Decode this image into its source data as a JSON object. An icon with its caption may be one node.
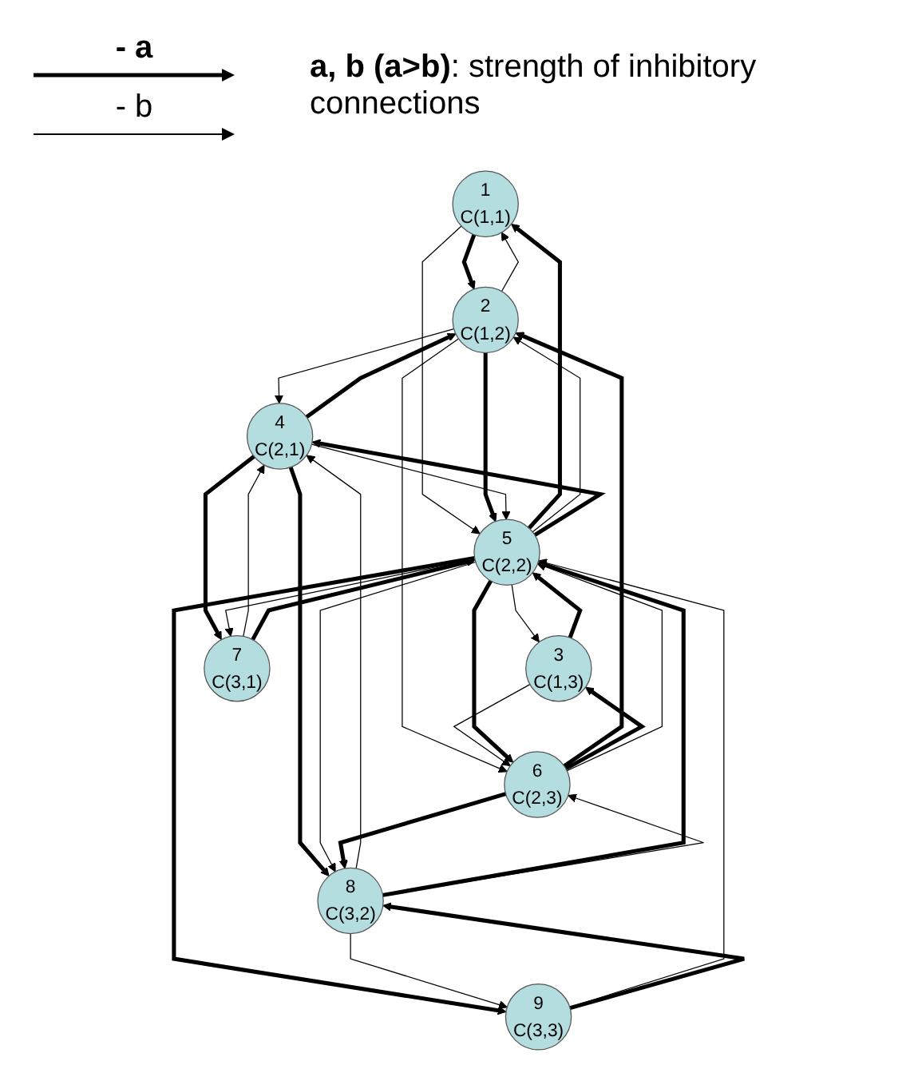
{
  "diagram": {
    "nodes": [
      {
        "text": [
          "1",
          "C(1,1)"
        ]
      },
      {
        "text": [
          "2",
          "C(1,2)"
        ]
      },
      {
        "text": [
          "3",
          "C(1,3)"
        ]
      },
      {
        "text": [
          "4",
          "C(2,1)"
        ]
      },
      {
        "text": [
          "5",
          "C(2,2)"
        ]
      },
      {
        "text": [
          "6",
          "C(2,3)"
        ]
      },
      {
        "text": [
          "7",
          "C(3,1)"
        ]
      },
      {
        "text": [
          "8",
          "C(3,2)"
        ]
      },
      {
        "text": [
          "9",
          "C(3,3)"
        ]
      }
    ],
    "edges": [
      {
        "from": 0,
        "to": 1,
        "arrow": "to",
        "style": "thick"
      },
      {
        "from": 1,
        "to": 0,
        "arrow": "to"
      },
      {
        "from": 4,
        "to": 0,
        "arrow": "to",
        "style": "thick"
      },
      {
        "from": 0,
        "to": 4,
        "arrow": "to"
      },
      {
        "from": 3,
        "to": 1,
        "arrow": "to",
        "style": "thick"
      },
      {
        "from": 1,
        "to": 3,
        "arrow": "to"
      },
      {
        "from": 1,
        "to": 4,
        "arrow": "to",
        "style": "thick"
      },
      {
        "from": 4,
        "to": 1,
        "arrow": "to"
      },
      {
        "from": 5,
        "to": 1,
        "arrow": "to",
        "style": "thick"
      },
      {
        "from": 1,
        "to": 5,
        "arrow": "to"
      },
      {
        "from": 2,
        "to": 4,
        "arrow": "to",
        "style": "thick"
      },
      {
        "from": 4,
        "to": 2,
        "arrow": "to"
      },
      {
        "from": 5,
        "to": 2,
        "arrow": "to",
        "style": "thick"
      },
      {
        "from": 2,
        "to": 5,
        "arrow": "to"
      },
      {
        "from": 4,
        "to": 3,
        "arrow": "to",
        "style": "thick"
      },
      {
        "from": 3,
        "to": 4,
        "arrow": "to"
      },
      {
        "from": 4,
        "to": 5,
        "arrow": "to",
        "style": "thick"
      },
      {
        "from": 5,
        "to": 4,
        "arrow": "to"
      },
      {
        "from": 3,
        "to": 6,
        "arrow": "to",
        "style": "thick"
      },
      {
        "from": 6,
        "to": 3,
        "arrow": "to"
      },
      {
        "from": 3,
        "to": 7,
        "arrow": "to",
        "style": "thick"
      },
      {
        "from": 7,
        "to": 3,
        "arrow": "to"
      },
      {
        "from": 6,
        "to": 4,
        "arrow": "to",
        "style": "thick"
      },
      {
        "from": 4,
        "to": 6,
        "arrow": "to"
      },
      {
        "from": 7,
        "to": 4,
        "arrow": "to",
        "style": "thick"
      },
      {
        "from": 4,
        "to": 7,
        "arrow": "to"
      },
      {
        "from": 4,
        "to": 8,
        "arrow": "to",
        "style": "thick"
      },
      {
        "from": 8,
        "to": 4,
        "arrow": "to"
      },
      {
        "from": 5,
        "to": 7,
        "arrow": "to",
        "style": "thick"
      },
      {
        "from": 7,
        "to": 5,
        "arrow": "to"
      },
      {
        "from": 8,
        "to": 7,
        "arrow": "to",
        "style": "thick"
      },
      {
        "from": 7,
        "to": 8,
        "arrow": "to"
      }
    ],
    "labels": [
      "**a, b (a>b)**: strength of inhibitory connections"
    ],
    "legend": [
      {
        "text": "- a"
      },
      {
        "text": "- b"
      }
    ]
  }
}
